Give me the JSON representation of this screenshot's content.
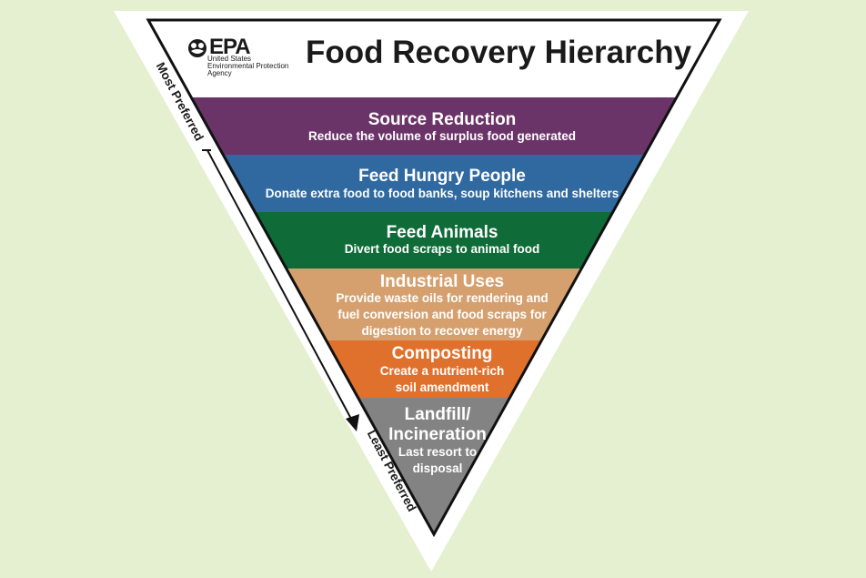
{
  "title": "Food Recovery Hierarchy",
  "logo": {
    "name": "EPA",
    "subtitle_lines": [
      "United States",
      "Environmental Protection",
      "Agency"
    ]
  },
  "axis": {
    "top_label": "Most Preferred",
    "bottom_label": "Least Preferred"
  },
  "levels": [
    {
      "title": "Source Reduction",
      "description_lines": [
        "Reduce the volume of surplus food generated"
      ],
      "color": "#6b3468"
    },
    {
      "title": "Feed Hungry People",
      "description_lines": [
        "Donate extra food to food banks, soup kitchens and shelters"
      ],
      "color": "#2f69a0"
    },
    {
      "title": "Feed Animals",
      "description_lines": [
        "Divert food scraps to animal food"
      ],
      "color": "#0f6b38"
    },
    {
      "title": "Industrial Uses",
      "description_lines": [
        "Provide waste oils for rendering and",
        "fuel conversion and food scraps for",
        "digestion to recover energy"
      ],
      "color": "#d6a06e"
    },
    {
      "title": "Composting",
      "description_lines": [
        "Create a nutrient-rich",
        "soil amendment"
      ],
      "color": "#e0712d"
    },
    {
      "title_lines": [
        "Landfill/",
        "Incineration"
      ],
      "description_lines": [
        "Last resort to",
        "disposal"
      ],
      "color": "#838383"
    }
  ],
  "colors": {
    "background": "#e4f0d0",
    "frame": "#ffffff",
    "outline": "#111111"
  }
}
